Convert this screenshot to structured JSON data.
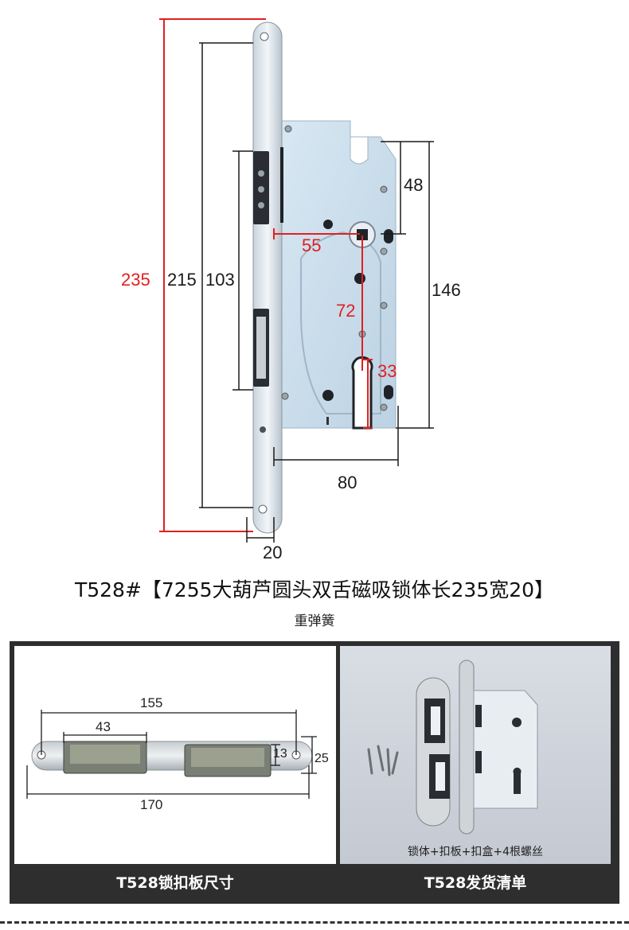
{
  "product": {
    "title": "T528#【7255大葫芦圆头双舌磁吸锁体长235宽20】",
    "subtitle": "重弹簧"
  },
  "lock_dimensions": {
    "total_length": "235",
    "faceplate_length": "215",
    "latch_span": "103",
    "top_offset": "48",
    "backset": "55",
    "center_distance": "72",
    "cylinder_height": "33",
    "body_height": "146",
    "body_depth": "80",
    "faceplate_width": "20"
  },
  "strike_plate": {
    "hole_span": "155",
    "pocket_width": "43",
    "pocket_height": "13",
    "plate_width": "25",
    "plate_length": "170",
    "caption": "T528锁扣板尺寸"
  },
  "package": {
    "contents": "锁体+扣板+扣盒+4根螺丝",
    "caption": "T528发货清单"
  },
  "colors": {
    "red_dim": "#e02020",
    "black_dim": "#1a1a1a",
    "lock_body": "#cfe0ee",
    "panel_frame": "#2e2e2e"
  }
}
